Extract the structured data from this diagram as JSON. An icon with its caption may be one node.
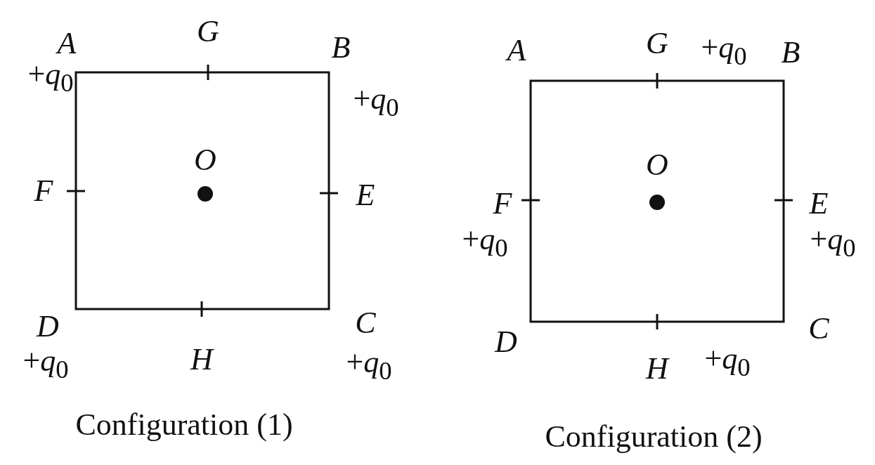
{
  "diagram": {
    "labels": [
      "A",
      "G",
      "B",
      "+*q*$_{0}$",
      "+*q*$_{0}$",
      "O",
      "F",
      "E",
      "D",
      "C",
      "+*q*$_{0}$",
      "H",
      "+*q*$_{0}$",
      "Configuration (1)",
      "A",
      "G",
      "+*q*$_{0}$",
      "B",
      "O",
      "F",
      "E",
      "+*q*$_{0}$",
      "+*q*$_{0}$",
      "D",
      "C",
      "H",
      "+*q*$_{0}$",
      "Configuration (2)"
    ]
  }
}
